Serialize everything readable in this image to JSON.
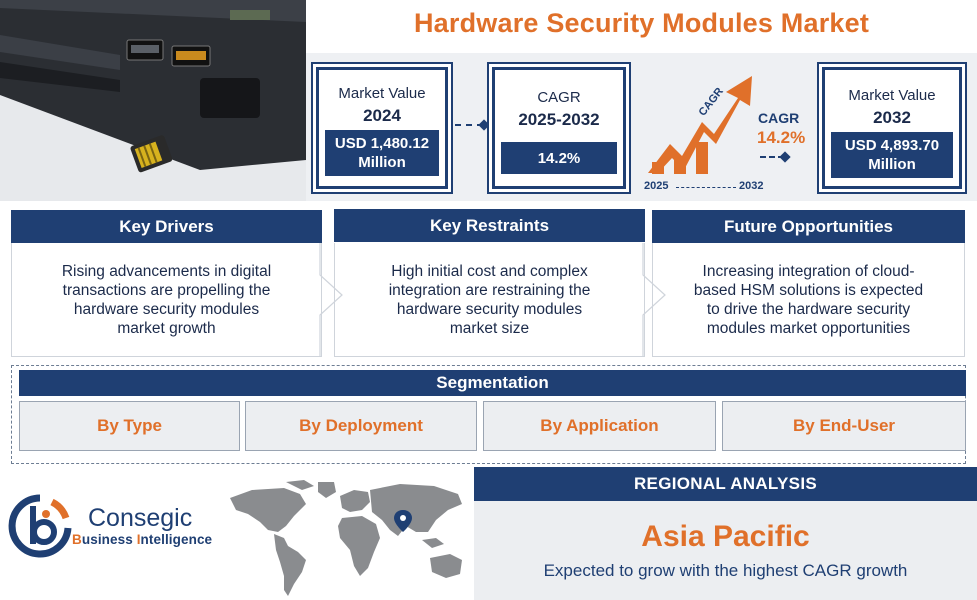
{
  "title": "Hardware Security Modules Market",
  "stats": {
    "value_2024": {
      "label": "Market Value",
      "year": "2024",
      "value": "USD 1,480.12 Million"
    },
    "cagr": {
      "label": "CAGR",
      "period": "2025-2032",
      "value": "14.2%"
    },
    "graphic": {
      "arrow_label": "CAGR",
      "label": "CAGR",
      "value": "14.2%",
      "start_year": "2025",
      "end_year": "2032"
    },
    "value_2032": {
      "label": "Market Value",
      "year": "2032",
      "value": "USD 4,893.70 Million"
    }
  },
  "sections": [
    {
      "heading": "Key Drivers",
      "text": "Rising advancements in digital transactions are propelling the hardware security modules market growth"
    },
    {
      "heading": "Key Restraints",
      "text": "High initial cost and complex integration are restraining the hardware security modules market size"
    },
    {
      "heading": "Future Opportunities",
      "text": "Increasing integration of cloud-based HSM solutions is expected to drive the hardware security modules market opportunities"
    }
  ],
  "segmentation": {
    "heading": "Segmentation",
    "items": [
      "By Type",
      "By Deployment",
      "By Application",
      "By End-User"
    ]
  },
  "brand": {
    "name": "Consegic",
    "sub_1": "B",
    "sub_2": "usiness ",
    "sub_3": "I",
    "sub_4": "ntelligence"
  },
  "regional": {
    "heading": "REGIONAL ANALYSIS",
    "region": "Asia Pacific",
    "note": "Expected to grow with the highest CAGR growth"
  },
  "colors": {
    "navy": "#1f3f73",
    "orange": "#e0702a",
    "panel": "#eef0f3"
  }
}
